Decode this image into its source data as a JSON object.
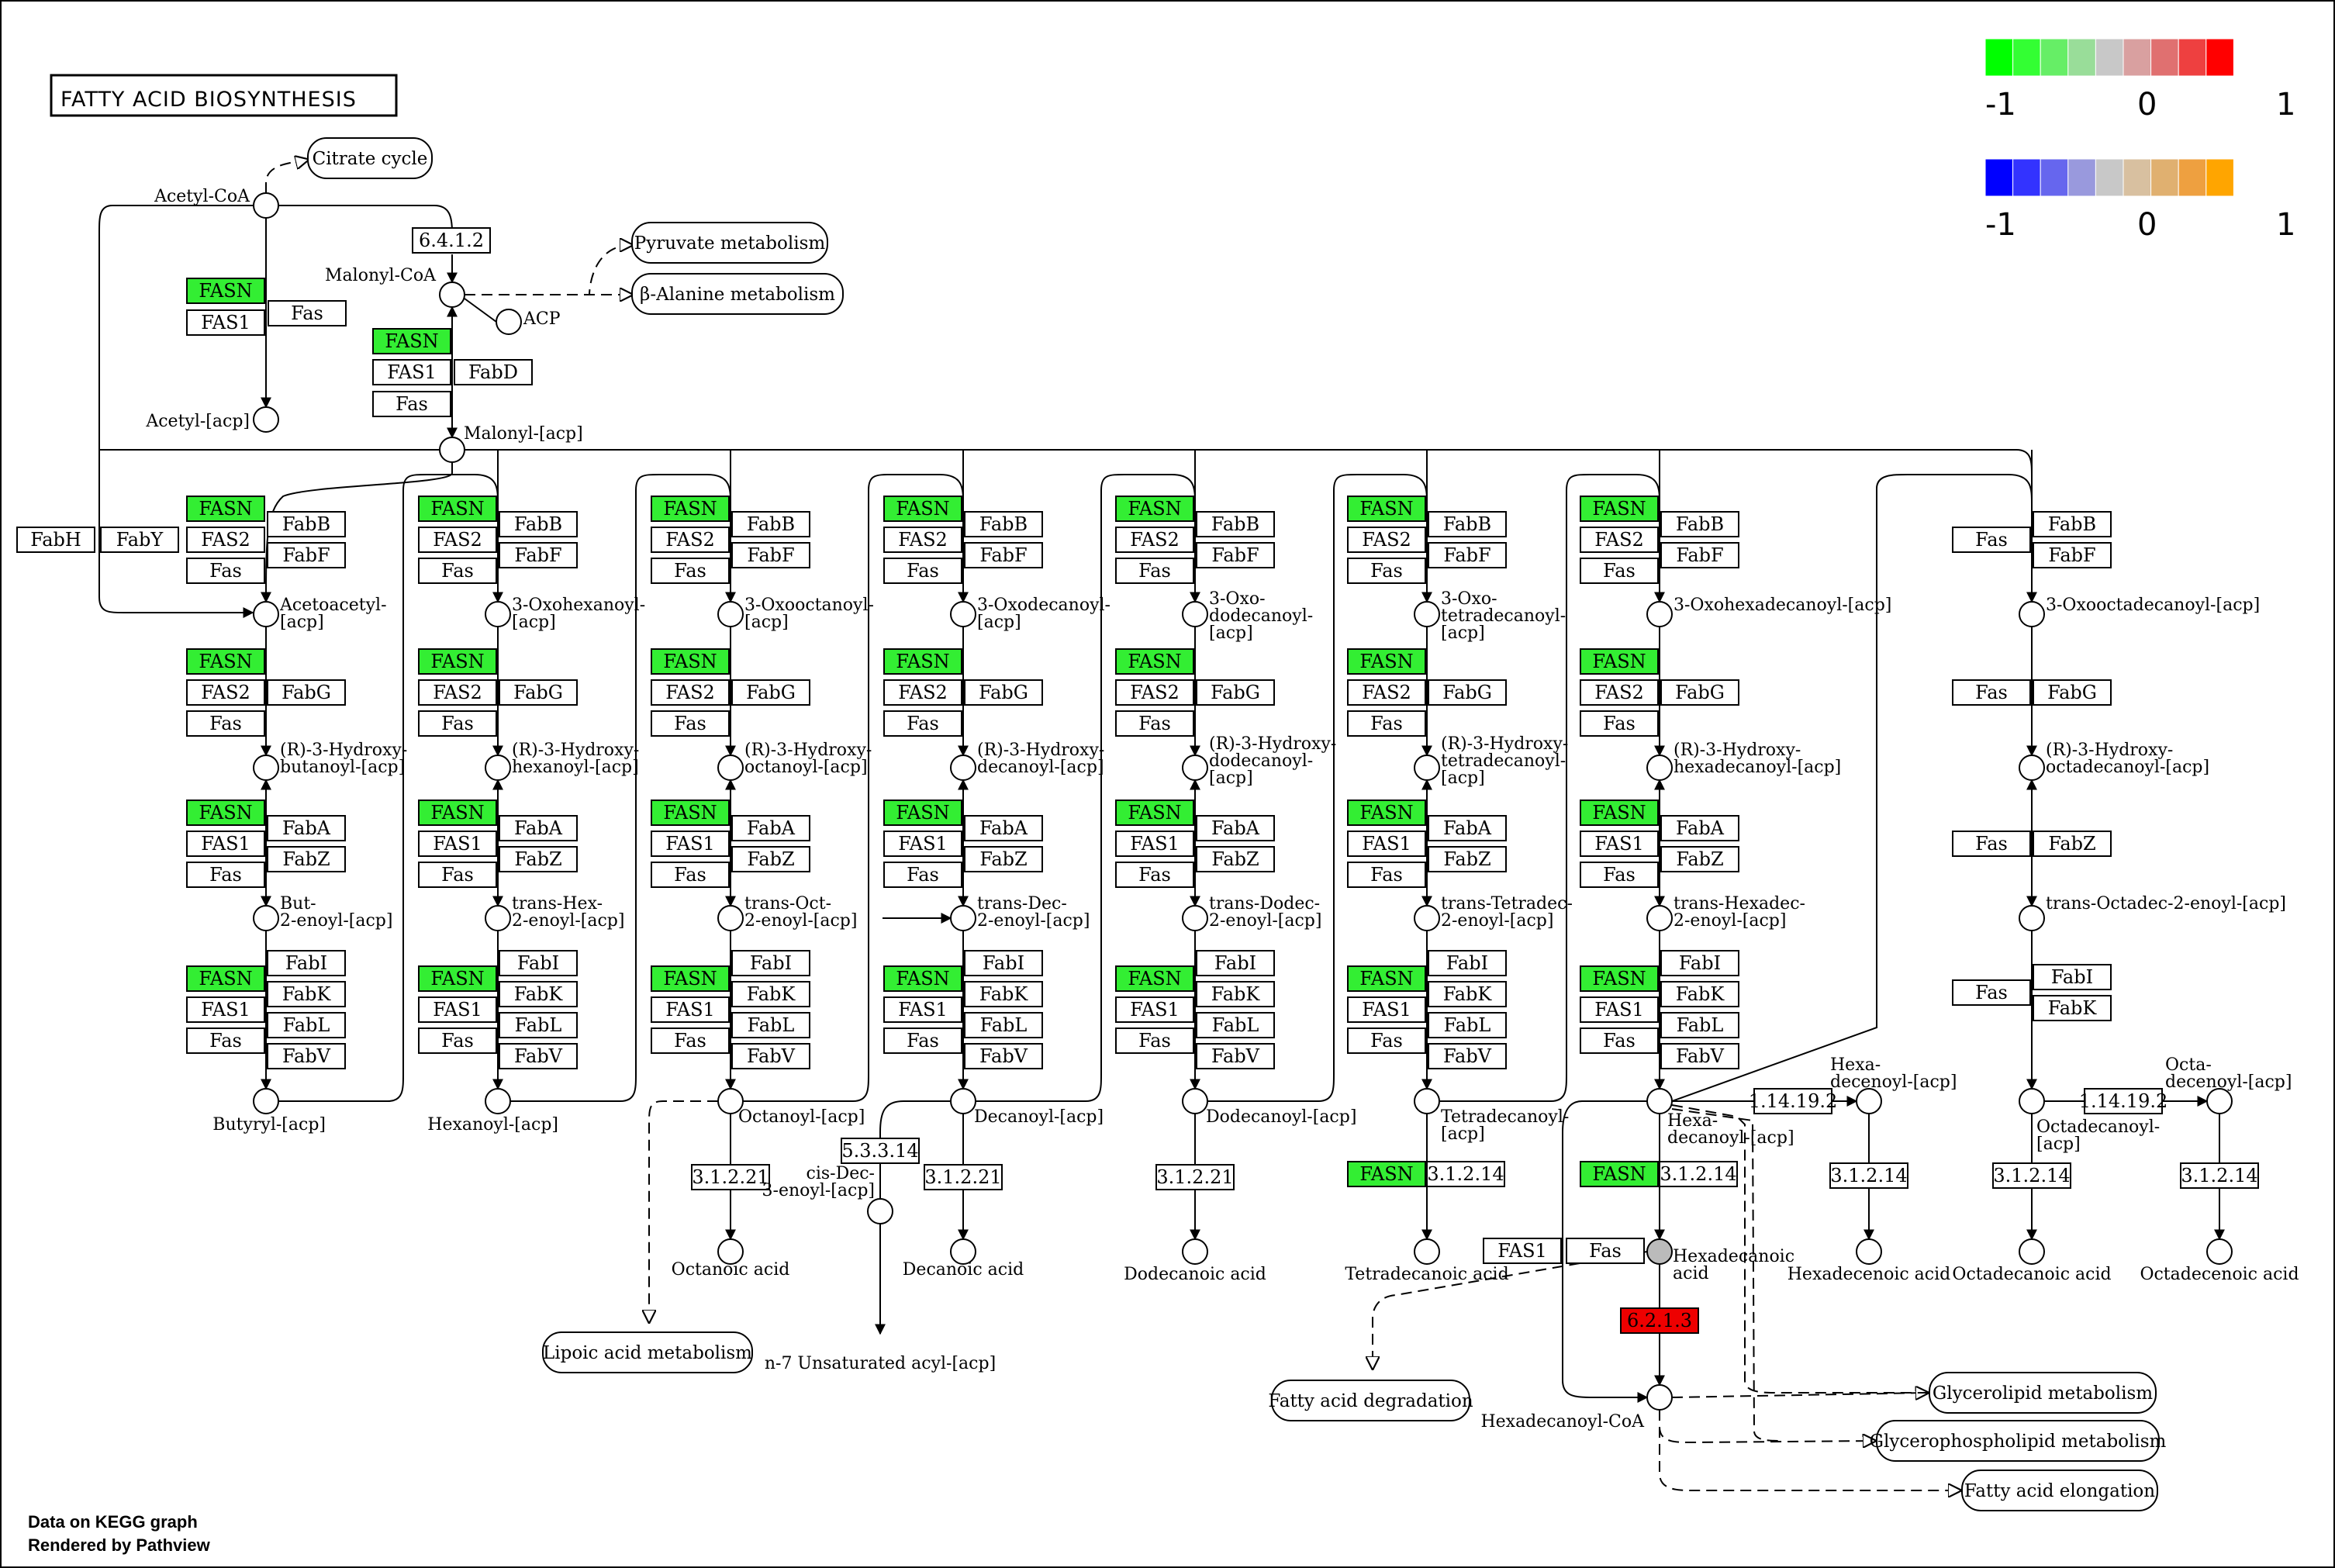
{
  "title": "FATTY ACID BIOSYNTHESIS",
  "colors": {
    "up_scale": [
      "#00ff00",
      "#33ff33",
      "#66ee66",
      "#99dd99",
      "#c8c8c8",
      "#d9a0a0",
      "#e07070",
      "#ee4040",
      "#ff0000"
    ],
    "down_scale": [
      "#0000ff",
      "#3333ff",
      "#6666ee",
      "#9999dd",
      "#c8c8c8",
      "#d8c0a0",
      "#e0b070",
      "#eea040",
      "#ffa500"
    ],
    "fasn_green": "#33ee33",
    "ec_red": "#ee0000",
    "node_gray": "#bbbbbb"
  },
  "legend": {
    "scale1": {
      "min": "-1",
      "mid": "0",
      "max": "1"
    },
    "scale2": {
      "min": "-1",
      "mid": "0",
      "max": "1"
    }
  },
  "footer": {
    "line1": "Data on KEGG graph",
    "line2": "Rendered by Pathview"
  },
  "maps": {
    "citrate": "Citrate cycle",
    "pyruvate": "Pyruvate metabolism",
    "alanine": "β-Alanine metabolism",
    "lipoic": "Lipoic acid metabolism",
    "degradation": "Fatty acid degradation",
    "glycerolipid": "Glycerolipid metabolism",
    "glycerophospholipid": "Glycerophospholipid metabolism",
    "elongation": "Fatty acid elongation"
  },
  "compounds": {
    "acetyl_coa": "Acetyl-CoA",
    "malonyl_coa": "Malonyl-CoA",
    "acp": "ACP",
    "acetyl_acp": "Acetyl-[acp]",
    "malonyl_acp": "Malonyl-[acp]",
    "butyryl": "Butyryl-[acp]",
    "hexanoyl": "Hexanoyl-[acp]",
    "octanoyl": "Octanoyl-[acp]",
    "decanoyl": "Decanoyl-[acp]",
    "dodecanoyl": "Dodecanoyl-[acp]",
    "tetradecanoyl": [
      "Tetradecanoyl-",
      "[acp]"
    ],
    "hexadecanoyl": [
      "Hexa-",
      "decanoyl-[acp]"
    ],
    "octadecanoyl": [
      "Octadecanoyl-",
      "[acp]"
    ],
    "hexadecenoyl": [
      "Hexa-",
      "decenoyl-[acp]"
    ],
    "octadecenoyl": [
      "Octa-",
      "decenoyl-[acp]"
    ],
    "octanoic": "Octanoic acid",
    "decanoic": "Decanoic acid",
    "dodecanoic": "Dodecanoic acid",
    "tetradecanoic": "Tetradecanoic acid",
    "hexadecanoic": [
      "Hexadecanoic",
      "acid"
    ],
    "hexadecenoic": "Hexadecenoic acid",
    "octadecanoic": "Octadecanoic acid",
    "octadecenoic": "Octadecenoic acid",
    "cis_dec": [
      "cis-Dec-",
      "3-enoyl-[acp]"
    ],
    "n7": "n-7 Unsaturated acyl-[acp]",
    "hexadecanoyl_coa": "Hexadecanoyl-CoA",
    "c2": {
      "oxo": [
        "Acetoacetyl-",
        "[acp]"
      ],
      "hyd": [
        "(R)-3-Hydroxy-",
        "butanoyl-[acp]"
      ],
      "enoyl": [
        "But-",
        "2-enoyl-[acp]"
      ]
    },
    "c3": {
      "oxo": [
        "3-Oxohexanoyl-",
        "[acp]"
      ],
      "hyd": [
        "(R)-3-Hydroxy-",
        "hexanoyl-[acp]"
      ],
      "enoyl": [
        "trans-Hex-",
        "2-enoyl-[acp]"
      ]
    },
    "c4": {
      "oxo": [
        "3-Oxooctanoyl-",
        "[acp]"
      ],
      "hyd": [
        "(R)-3-Hydroxy-",
        "octanoyl-[acp]"
      ],
      "enoyl": [
        "trans-Oct-",
        "2-enoyl-[acp]"
      ]
    },
    "c5": {
      "oxo": [
        "3-Oxodecanoyl-",
        "[acp]"
      ],
      "hyd": [
        "(R)-3-Hydroxy-",
        "decanoyl-[acp]"
      ],
      "enoyl": [
        "trans-Dec-",
        "2-enoyl-[acp]"
      ]
    },
    "c6": {
      "oxo": [
        "3-Oxo-",
        "dodecanoyl-",
        "[acp]"
      ],
      "hyd": [
        "(R)-3-Hydroxy-",
        "dodecanoyl-",
        "[acp]"
      ],
      "enoyl": [
        "trans-Dodec-",
        "2-enoyl-[acp]"
      ]
    },
    "c7": {
      "oxo": [
        "3-Oxo-",
        "tetradecanoyl-",
        "[acp]"
      ],
      "hyd": [
        "(R)-3-Hydroxy-",
        "tetradecanoyl-",
        "[acp]"
      ],
      "enoyl": [
        "trans-Tetradec-",
        "2-enoyl-[acp]"
      ]
    },
    "c8": {
      "oxo": [
        "3-Oxohexadecanoyl-[acp]"
      ],
      "hyd": [
        "(R)-3-Hydroxy-",
        "hexadecanoyl-[acp]"
      ],
      "enoyl": [
        "trans-Hexadec-",
        "2-enoyl-[acp]"
      ]
    },
    "c9": {
      "oxo": [
        "3-Oxooctadecanoyl-[acp]"
      ],
      "hyd": [
        "(R)-3-Hydroxy-",
        "octadecanoyl-[acp]"
      ],
      "enoyl": [
        "trans-Octadec-2-enoyl-[acp]"
      ]
    }
  },
  "enzymes": {
    "fasn": "FASN",
    "fas": "Fas",
    "fas1": "FAS1",
    "fas2": "FAS2",
    "fabb": "FabB",
    "fabf": "FabF",
    "fabg": "FabG",
    "faba": "FabA",
    "fabz": "FabZ",
    "fabi": "FabI",
    "fabk": "FabK",
    "fabl": "FabL",
    "fabv": "FabV",
    "fabd": "FabD",
    "fabh": "FabH",
    "faby": "FabY",
    "ec_6412": "6.4.1.2",
    "ec_31221": "3.1.2.21",
    "ec_31214": "3.1.2.14",
    "ec_53314": "5.3.3.14",
    "ec_114192": "1.14.19.2",
    "ec_6213": "6.2.1.3"
  }
}
